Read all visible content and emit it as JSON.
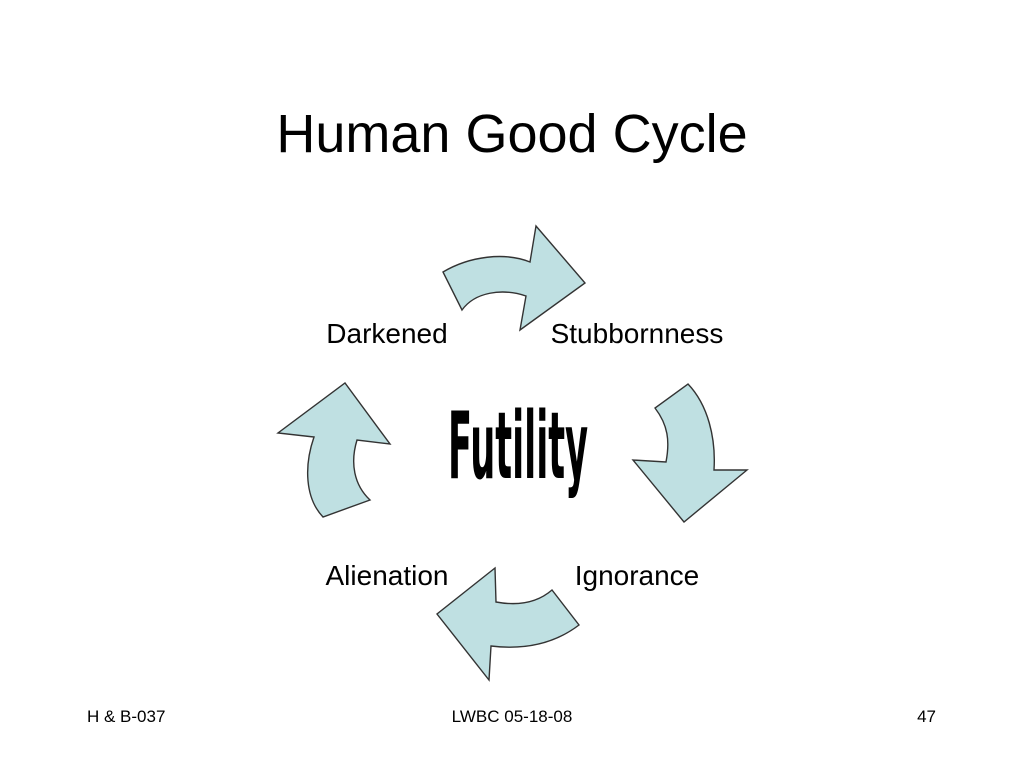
{
  "slide": {
    "title": "Human Good Cycle",
    "center_word": "Futility",
    "labels": {
      "top_left": "Darkened",
      "top_right": "Stubbornness",
      "bottom_right": "Ignorance",
      "bottom_left": "Alienation"
    },
    "footer": {
      "left": "H & B-037",
      "center": "LWBC 05-18-08",
      "right": "47"
    }
  },
  "colors": {
    "arrow_fill": "#bfe0e2",
    "arrow_stroke": "#333333"
  }
}
